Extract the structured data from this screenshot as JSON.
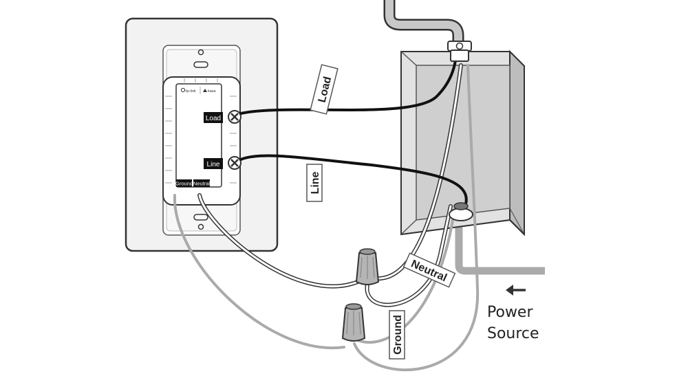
{
  "terminals": {
    "load": "Load",
    "line": "Line",
    "ground": "Ground",
    "neutral": "Neutral"
  },
  "brands": {
    "left": "tp-link",
    "right": "kasa"
  },
  "wire_tags": {
    "load": "Load",
    "line": "Line",
    "neutral": "Neutral",
    "ground": "Ground"
  },
  "power": {
    "line1": "Power",
    "line2": "Source",
    "arrow": "left-arrow-icon"
  },
  "colors": {
    "hot_wire": "#111111",
    "ground_wire": "#aaaaaa",
    "neutral_wire": "#ffffff",
    "box_fill": "#dedede",
    "plate_fill": "#f2f2f2"
  }
}
